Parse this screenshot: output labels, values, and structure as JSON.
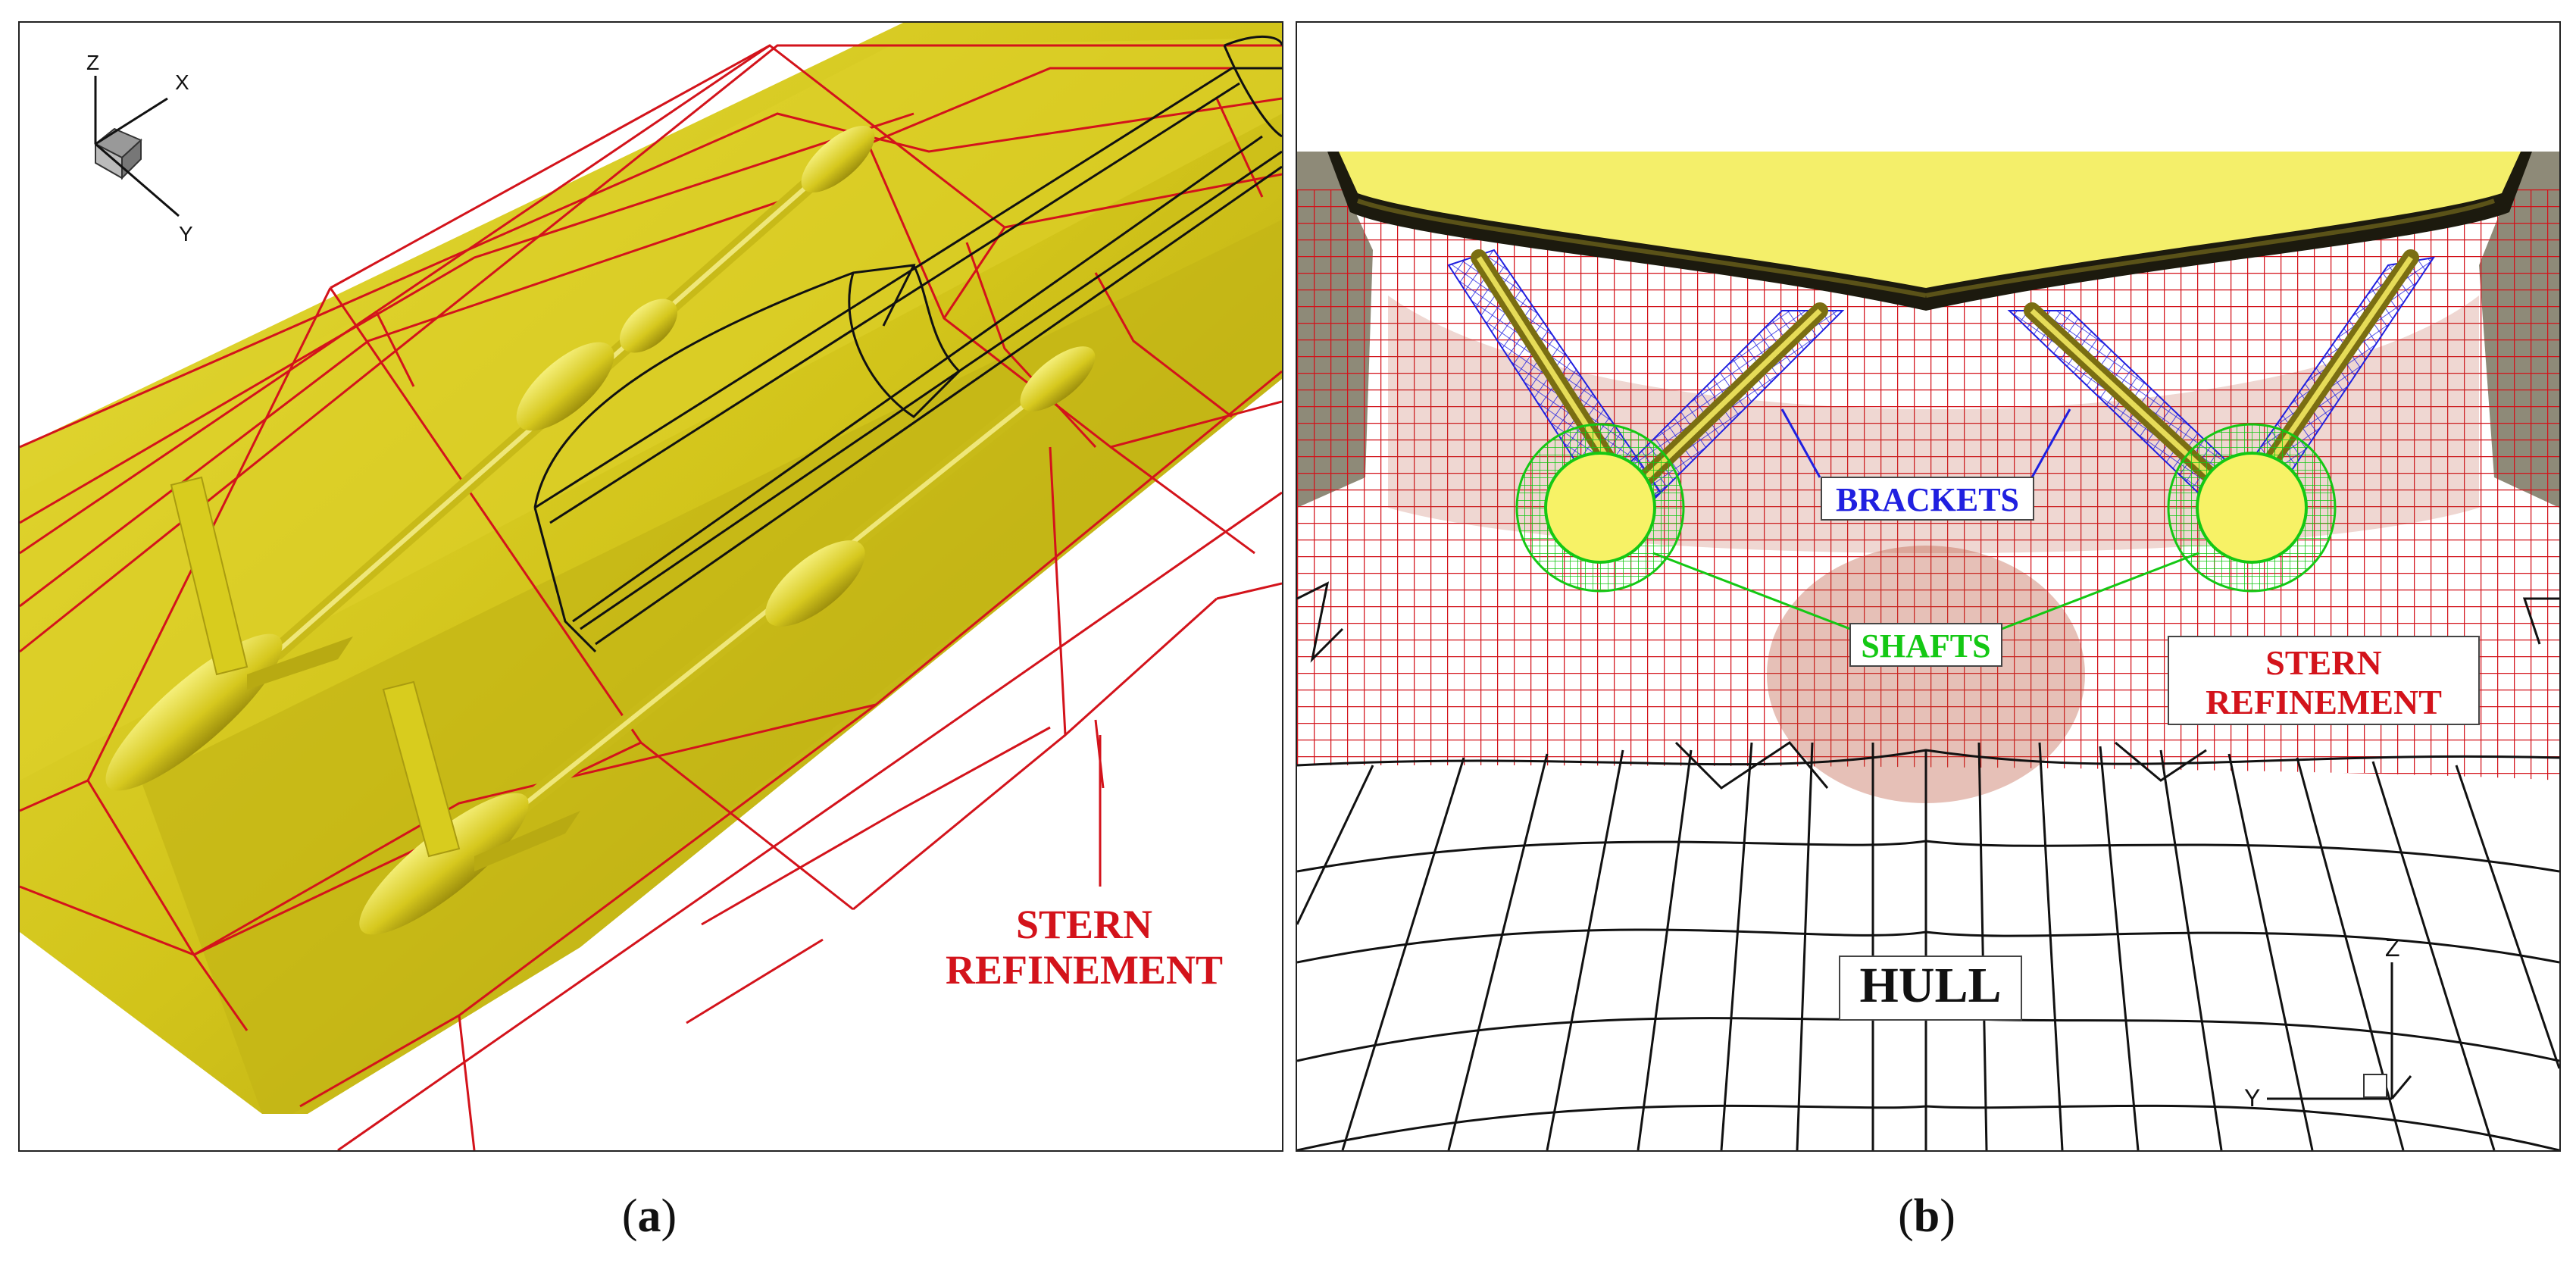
{
  "panels": [
    {
      "id": "a",
      "caption_letter": "a",
      "axis_labels": {
        "z": "Z",
        "x": "X",
        "y": "Y"
      },
      "labels": {
        "stern_line1": "STERN",
        "stern_line2": "REFINEMENT"
      },
      "colors": {
        "hull": "#d8cc1e",
        "hull_light": "#efe75a",
        "refinement": "#d3131b",
        "outline": "#111111"
      }
    },
    {
      "id": "b",
      "caption_letter": "b",
      "axis_labels": {
        "z": "Z",
        "y": "Y"
      },
      "labels": {
        "brackets": "BRACKETS",
        "shafts": "SHAFTS",
        "stern_line1": "STERN",
        "stern_line2": "REFINEMENT",
        "hull": "HULL"
      },
      "colors": {
        "brackets": "#2020e0",
        "shafts": "#14c814",
        "refinement": "#d3131b",
        "hull_grid": "#111111",
        "hull": "#f4ef6a"
      }
    }
  ]
}
